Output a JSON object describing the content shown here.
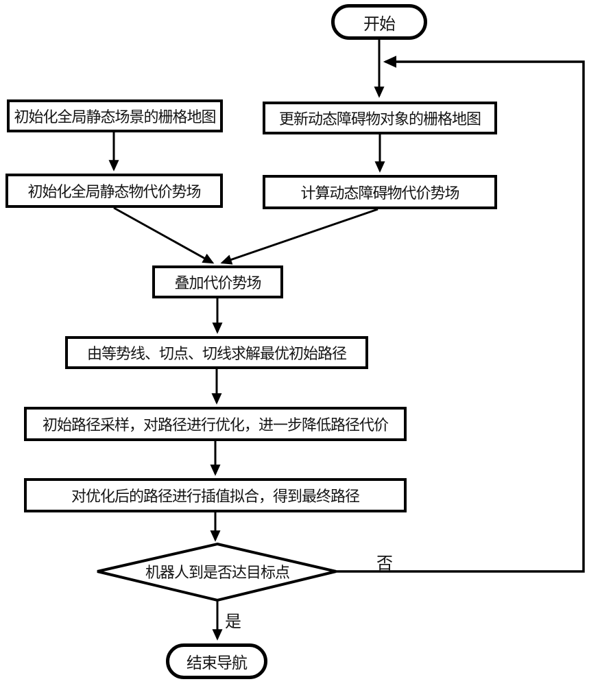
{
  "flowchart": {
    "nodes": {
      "start": {
        "label": "开始",
        "shape": "terminator"
      },
      "init_map": {
        "label": "初始化全局静态场景的栅格地图",
        "shape": "process"
      },
      "update_map": {
        "label": "更新动态障碍物对象的栅格地图",
        "shape": "process"
      },
      "init_field": {
        "label": "初始化全局静态物代价势场",
        "shape": "process"
      },
      "calc_field": {
        "label": "计算动态障碍物代价势场",
        "shape": "process"
      },
      "superimpose": {
        "label": "叠加代价势场",
        "shape": "process"
      },
      "solve_path": {
        "label": "由等势线、切点、切线求解最优初始路径",
        "shape": "process"
      },
      "optimize_path": {
        "label": "初始路径采样，对路径进行优化，进一步降低路径代价",
        "shape": "process"
      },
      "interp_path": {
        "label": "对优化后的路径进行插值拟合，得到最终路径",
        "shape": "process"
      },
      "goal_check": {
        "label": "机器人到是否达目标点",
        "shape": "decision"
      },
      "end": {
        "label": "结束导航",
        "shape": "terminator"
      }
    },
    "edges": [
      {
        "from": "start",
        "to": "update_map",
        "label": ""
      },
      {
        "from": "init_map",
        "to": "init_field",
        "label": ""
      },
      {
        "from": "update_map",
        "to": "calc_field",
        "label": ""
      },
      {
        "from": "init_field",
        "to": "superimpose",
        "label": ""
      },
      {
        "from": "calc_field",
        "to": "superimpose",
        "label": ""
      },
      {
        "from": "superimpose",
        "to": "solve_path",
        "label": ""
      },
      {
        "from": "solve_path",
        "to": "optimize_path",
        "label": ""
      },
      {
        "from": "optimize_path",
        "to": "interp_path",
        "label": ""
      },
      {
        "from": "interp_path",
        "to": "goal_check",
        "label": ""
      },
      {
        "from": "goal_check",
        "to": "end",
        "label": "是"
      },
      {
        "from": "goal_check",
        "to": "update_map",
        "label": "否"
      }
    ],
    "colors": {
      "stroke": "#000000",
      "fill": "#ffffff",
      "text": "#141414"
    }
  }
}
